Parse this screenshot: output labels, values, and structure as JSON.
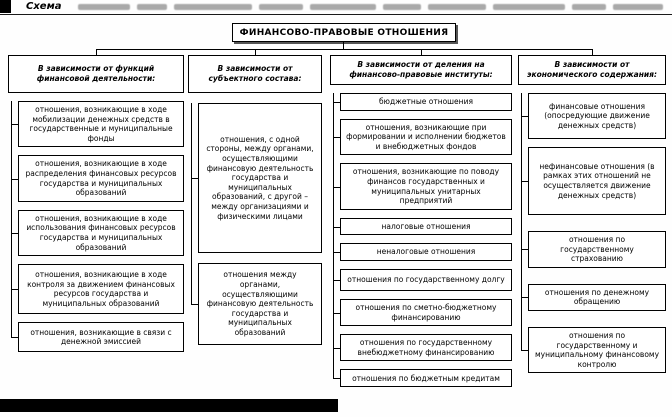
{
  "page": {
    "header_label": "Схема",
    "title": "ФИНАНСОВО-ПРАВОВЫЕ ОТНОШЕНИЯ",
    "ink_color": "#000000",
    "paper_color": "#fefefe"
  },
  "cols": [
    {
      "header": "В зависимости от функций финансовой деятельности:",
      "items": [
        "отношения, возникающие в ходе мобилизации денежных средств в государственные и муниципальные фонды",
        "отношения, возникающие в ходе распределения финансовых ресурсов государства и муниципальных образований",
        "отношения, возникающие в ходе использования финансовых ресурсов государства и муниципальных образований",
        "отношения, возникающие в ходе контроля за движением финансовых ресурсов государства и муниципальных образований",
        "отношения, возникающие в связи с денежной эмиссией"
      ]
    },
    {
      "header": "В зависимости от субъектного состава:",
      "items": [
        "отношения, с одной стороны, между органами, осуществляющими финансовую деятельность государства и муниципальных образований, с другой – между организациями и физическими лицами",
        "отношения между органами, осуществляющими финансовую деятельность государства и муниципальных образований"
      ]
    },
    {
      "header": "В зависимости от деления на финансово-правовые институты:",
      "items": [
        "бюджетные отношения",
        "отношения, возникающие при формировании и исполнении бюджетов и внебюджетных фондов",
        "отношения, возникающие по поводу финансов государственных и муниципальных унитарных предприятий",
        "налоговые отношения",
        "неналоговые отношения",
        "отношения по государственному долгу",
        "отношения по сметно-бюджетному финансированию",
        "отношения по государственному внебюджетному финансированию",
        "отношения по бюджетным кредитам"
      ]
    },
    {
      "header": "В зависимости от экономического содержания:",
      "items": [
        "финансовые отношения (опосредующие движение денежных средств)",
        "нефинансовые отношения (в рамках этих отношений не осуществляется движение денежных средств)",
        "отношения по государственному страхованию",
        "отношения по денежному обращению",
        "отношения по государственному и муниципальному финансовому контролю"
      ]
    }
  ]
}
